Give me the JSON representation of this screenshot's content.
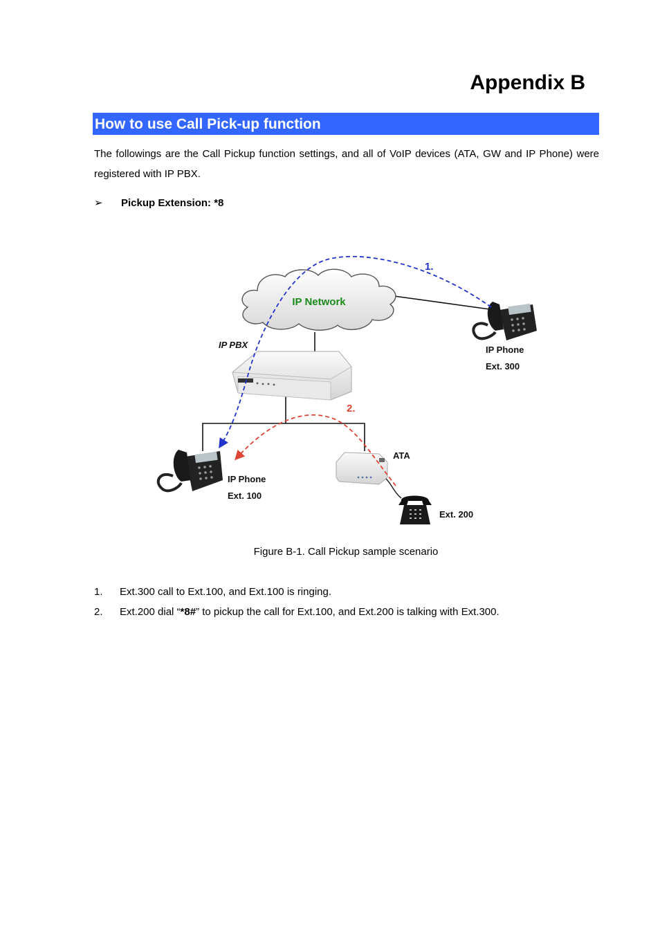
{
  "heading": "Appendix B",
  "section": {
    "title": "How to use Call Pick-up function"
  },
  "intro": "The followings are the Call Pickup function settings, and all of VoIP devices (ATA, GW and IP Phone) were registered with IP PBX.",
  "bullet": {
    "marker": "➢",
    "text": "Pickup Extension: *8"
  },
  "diagram": {
    "network_label": "IP Network",
    "pbx_label": "IP PBX",
    "step1_label": "1.",
    "step2_label": "2.",
    "phone300": {
      "name": "IP Phone",
      "ext": "Ext. 300"
    },
    "phone100": {
      "name": "IP Phone",
      "ext": "Ext. 100"
    },
    "ata_label": "ATA",
    "phone200": {
      "ext": "Ext. 200"
    },
    "colors": {
      "blue_path": "#2233cc",
      "red_path": "#dd4433",
      "network_text": "#1a8a1a",
      "section_bar": "#3366ff"
    }
  },
  "caption": "Figure B-1. Call Pickup sample scenario",
  "steps": [
    {
      "num": "1.",
      "pre": "Ext.300 call to Ext.100, and Ext.100 is ringing.",
      "bold": "",
      "post": ""
    },
    {
      "num": "2.",
      "pre": "Ext.200 dial “",
      "bold": "*8#",
      "post": "” to pickup the call for Ext.100, and Ext.200 is talking with Ext.300."
    }
  ]
}
